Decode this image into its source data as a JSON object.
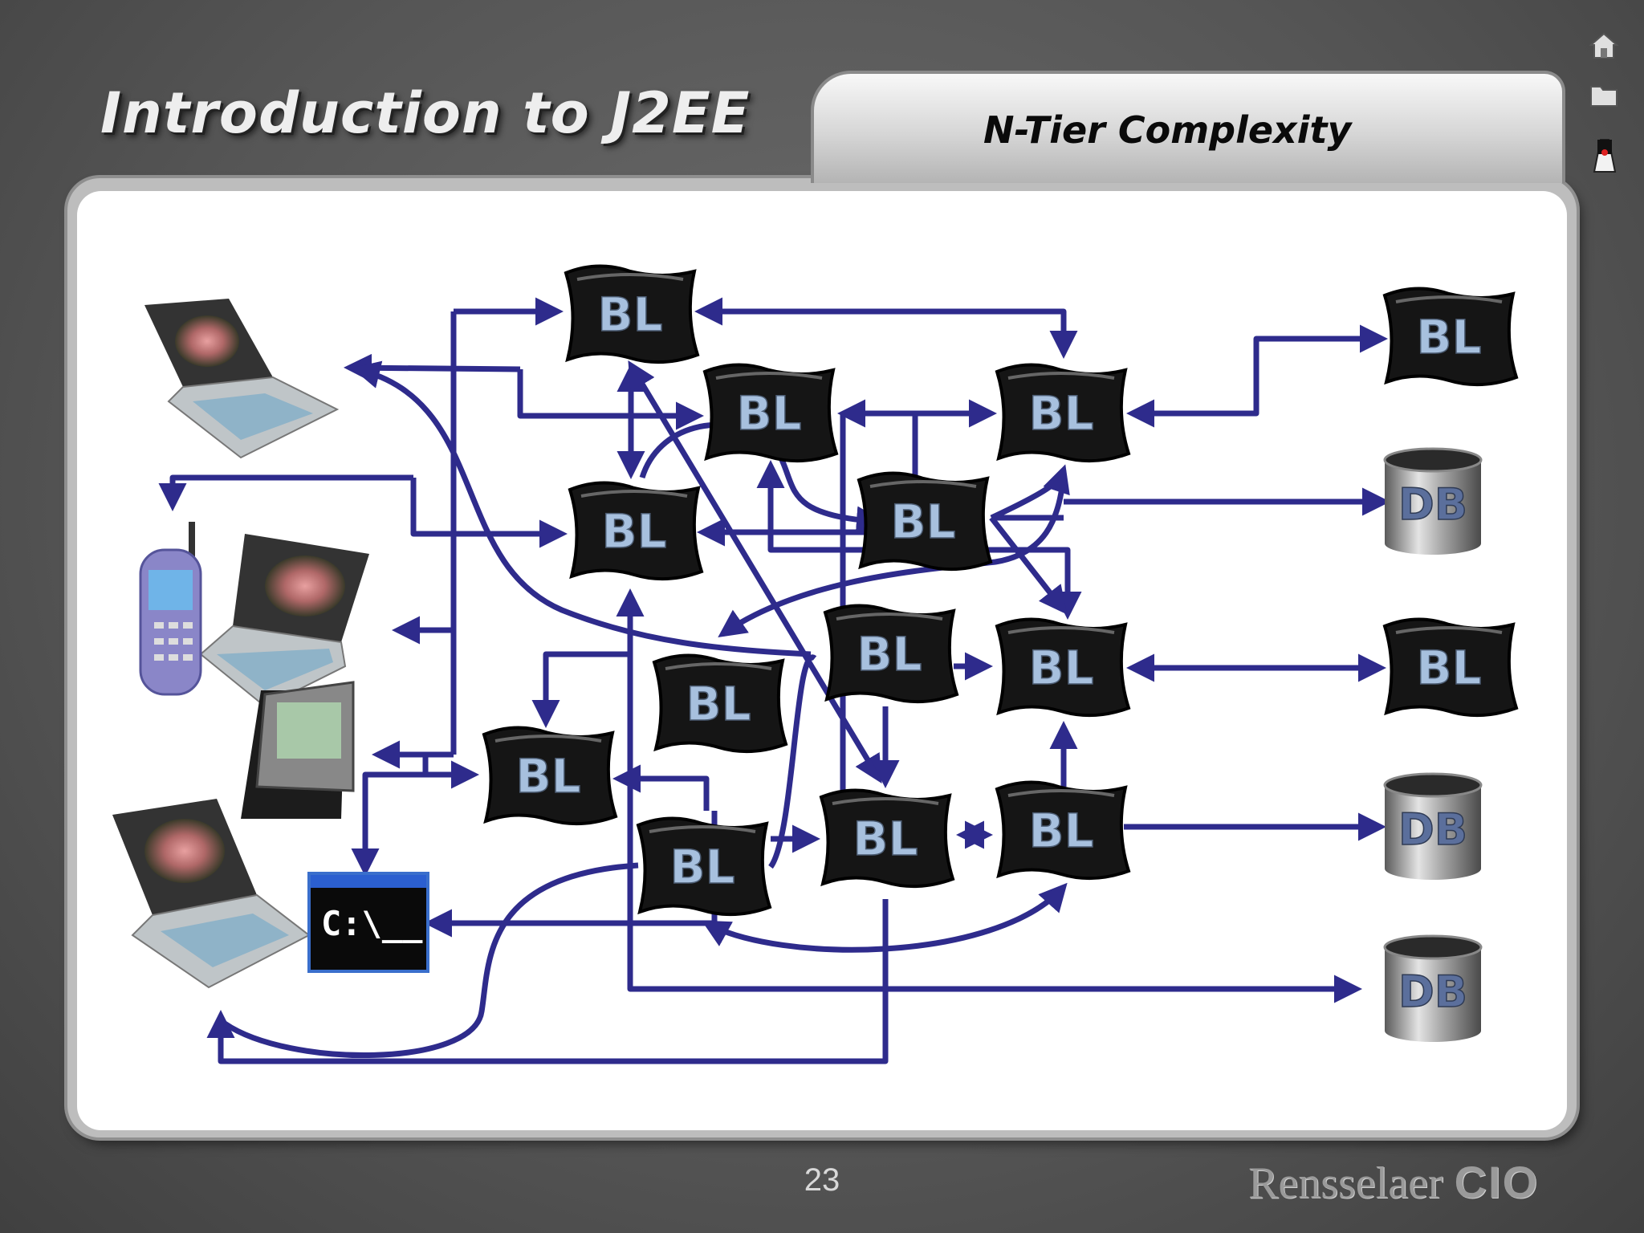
{
  "header": {
    "title": "Introduction to J2EE",
    "subtitle": "N-Tier Complexity"
  },
  "footer": {
    "page_number": "23",
    "logo_text": "Rensselaer",
    "logo_cio": "CIO"
  },
  "nav": {
    "icons": [
      "home-icon",
      "folder-icon",
      "java-duke-icon"
    ]
  },
  "diagram": {
    "node_label": "BL",
    "db_label": "DB",
    "console_label": "C:\\__",
    "colors": {
      "connector": "#2e2b8c",
      "node_fill": "#151515",
      "node_text": "#a7c0de",
      "content_bg": "#ffffff"
    }
  }
}
